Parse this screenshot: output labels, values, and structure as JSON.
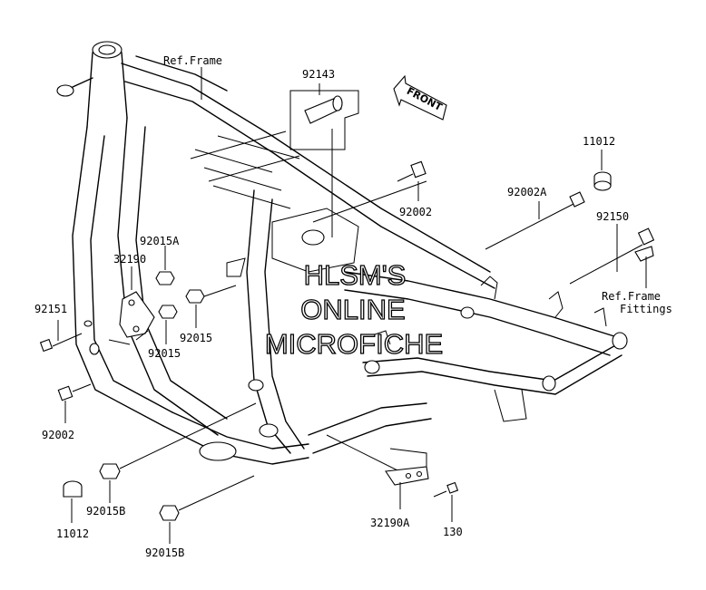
{
  "labels": {
    "ref_frame": "Ref.Frame",
    "p92143": "92143",
    "p11012_top": "11012",
    "p92002_top": "92002",
    "p92002A": "92002A",
    "p92150": "92150",
    "ref_frame_fittings_1": "Ref.Frame",
    "ref_frame_fittings_2": "Fittings",
    "p92015A": "92015A",
    "p32190": "32190",
    "p92151": "92151",
    "p92015_right": "92015",
    "p92015_left": "92015",
    "p92002_bottom": "92002",
    "p92015B_upper": "92015B",
    "p11012_bottom": "11012",
    "p92015B_lower": "92015B",
    "p32190A": "32190A",
    "p130": "130"
  },
  "front_arrow": "FRONT",
  "watermark": {
    "line1": "HLSM'S",
    "line2": "ONLINE",
    "line3": "MICROFICHE"
  }
}
